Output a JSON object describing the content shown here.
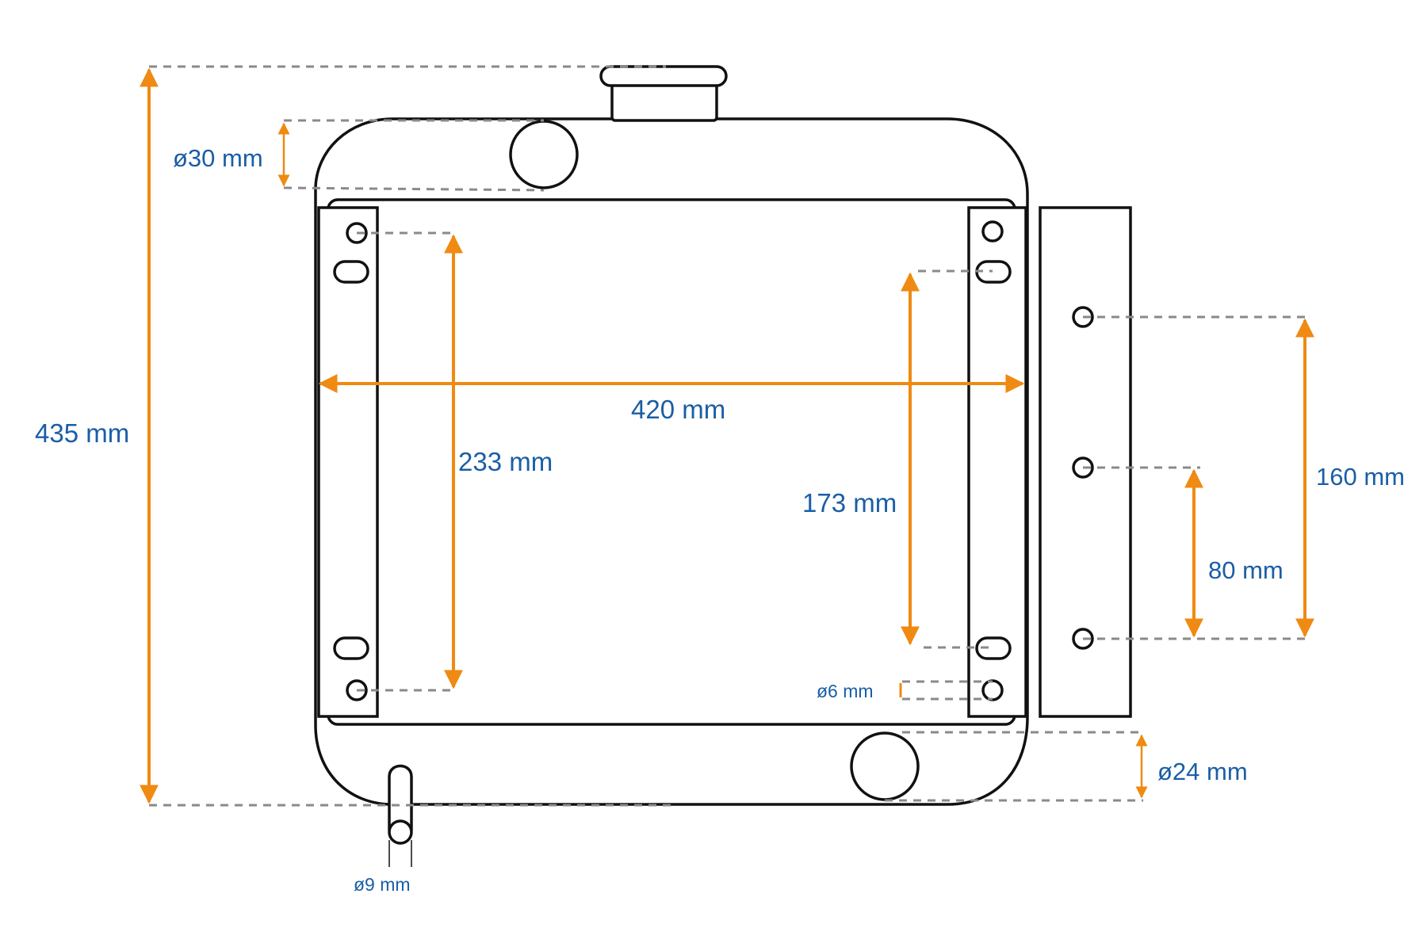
{
  "colors": {
    "outline": "#111111",
    "arrow": "#ef8a12",
    "label": "#1a5ea6",
    "dashes": "#8a8a8a"
  },
  "dimensions": {
    "overall_height": "435 mm",
    "filler_cap_diameter": "ø30 mm",
    "width": "420 mm",
    "left_hole_spacing": "233 mm",
    "right_slot_spacing": "173 mm",
    "bracket_hole_spacing_outer": "160 mm",
    "bracket_hole_spacing_inner": "80 mm",
    "mount_hole_diameter": "ø6 mm",
    "outlet_diameter": "ø24 mm",
    "drain_pipe_diameter": "ø9 mm"
  }
}
